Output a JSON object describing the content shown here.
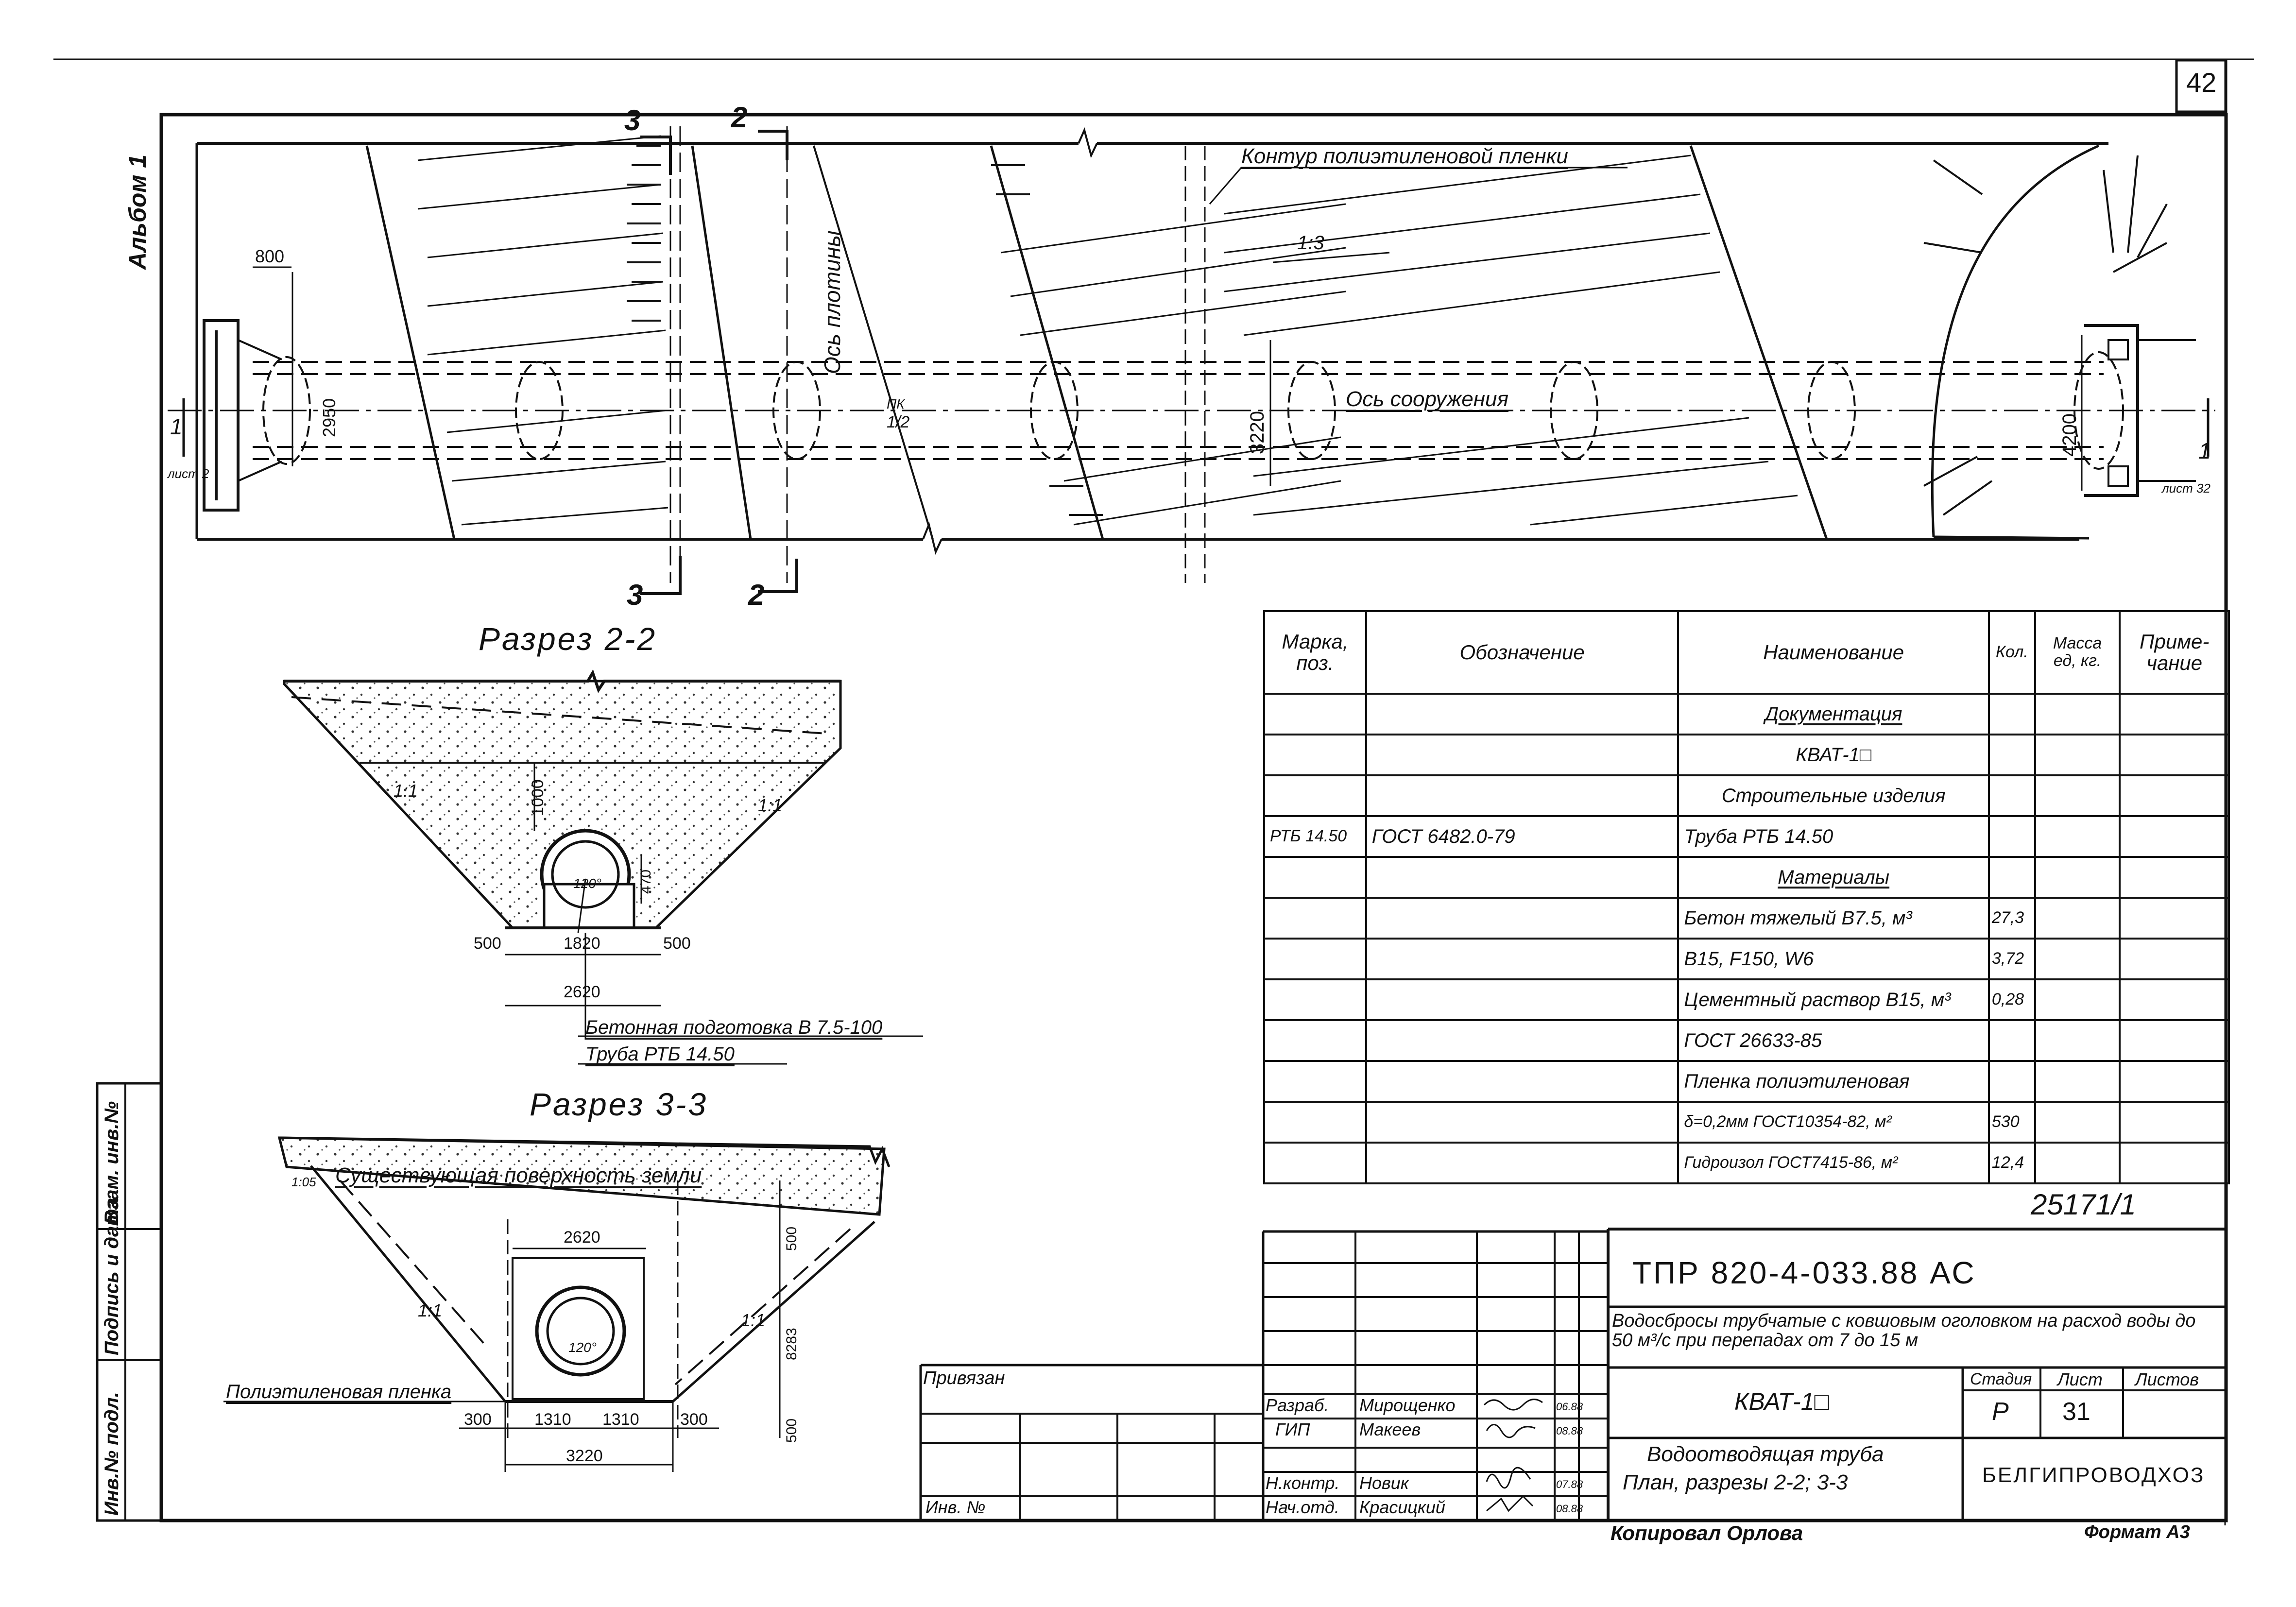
{
  "sheet": {
    "sheet_no": "42",
    "album": "Альбом 1"
  },
  "plan": {
    "section_marks": [
      "3",
      "2"
    ],
    "film_contour": "Контур полиэтиленовой пленки",
    "dam_axis": "Ось плотины",
    "structure_axis": "Ось сооружения",
    "slope": "1:3",
    "pk": "ПК",
    "pk_num": "1/2",
    "dim_800": "800",
    "dim_2950": "2950",
    "dim_3220": "3220",
    "dim_4200": "4200",
    "arrow_num": "1",
    "left_ref": "лист 2",
    "right_ref": "лист 32"
  },
  "section_2_2": {
    "title": "Разрез 2-2",
    "slope": "1:1",
    "dim_1000": "1000",
    "dim_470": "470",
    "angle": "120°",
    "dims_bottom": [
      "500",
      "1820",
      "500"
    ],
    "dim_total": "2620",
    "note1": "Бетонная подготовка В 7.5-100",
    "note2": "Труба РТБ 14.50"
  },
  "section_3_3": {
    "title": "Разрез 3-3",
    "ground": "Существующая поверхность земли",
    "film": "Полиэтиленовая пленка",
    "slope_top": "1:05",
    "slope": "1:1",
    "dim_top": "2620",
    "dim_500_top": "500",
    "dim_side": "8283",
    "angle": "120°",
    "dims_bottom": [
      "300",
      "1310",
      "1310",
      "300"
    ],
    "dim_500_bottom": "500",
    "dim_total": "3220"
  },
  "spec_table": {
    "headers": [
      "Марка, поз.",
      "Обозначение",
      "Наименование",
      "Кол.",
      "Масса ед, кг.",
      "Приме-чание"
    ],
    "rows": [
      {
        "mark": "",
        "designation": "",
        "name": "Документация",
        "qty": "",
        "mass": "",
        "note": ""
      },
      {
        "mark": "",
        "designation": "",
        "name": "КВАТ-1□",
        "qty": "",
        "mass": "",
        "note": ""
      },
      {
        "mark": "",
        "designation": "",
        "name": "Строительные изделия",
        "qty": "",
        "mass": "",
        "note": ""
      },
      {
        "mark": "РТБ 14.50",
        "designation": "ГОСТ 6482.0-79",
        "name": "Труба РТБ 14.50",
        "qty": "",
        "mass": "",
        "note": ""
      },
      {
        "mark": "",
        "designation": "",
        "name": "Материалы",
        "qty": "",
        "mass": "",
        "note": ""
      },
      {
        "mark": "",
        "designation": "",
        "name": "Бетон тяжелый В7.5, м³",
        "qty": "27,3",
        "mass": "",
        "note": ""
      },
      {
        "mark": "",
        "designation": "",
        "name": "В15, F150, W6",
        "qty": "3,72",
        "mass": "",
        "note": ""
      },
      {
        "mark": "",
        "designation": "",
        "name": "Цементный раствор В15, м³",
        "qty": "0,28",
        "mass": "",
        "note": ""
      },
      {
        "mark": "",
        "designation": "",
        "name": "ГОСТ 26633-85",
        "qty": "",
        "mass": "",
        "note": ""
      },
      {
        "mark": "",
        "designation": "",
        "name": "Пленка полиэтиленовая",
        "qty": "",
        "mass": "",
        "note": ""
      },
      {
        "mark": "",
        "designation": "",
        "name": "δ=0,2мм ГОСТ10354-82, м²",
        "qty": "530",
        "mass": "",
        "note": ""
      },
      {
        "mark": "",
        "designation": "",
        "name": "Гидроизол ГОСТ7415-86, м²",
        "qty": "12,4",
        "mass": "",
        "note": ""
      }
    ]
  },
  "title_block": {
    "doc_ref": "25171/1",
    "code": "ТПР 820-4-033.88 АС",
    "description": "Водосбросы трубчатые с ковшовым оголовком на расход воды до 50 м³/с при перепадах от 7 до 15 м",
    "privyazan": "Привязан",
    "inv": "Инв. №",
    "razrab": "Разраб.",
    "razrab_name": "Мирощенко",
    "gip": "ГИП",
    "gip_name": "Макеев",
    "nkontr": "Н.контр.",
    "nkontr_name": "Новик",
    "nachotd": "Нач.отд.",
    "nachotd_name": "Красицкий",
    "dates": [
      "06.88",
      "08.88",
      "07.88",
      "08.88"
    ],
    "kvat": "КВАТ-1□",
    "stage_label": "Стадия",
    "sheet_label": "Лист",
    "sheets_label": "Листов",
    "stage": "Р",
    "sheet": "31",
    "subtitle1": "Водоотводящая труба",
    "subtitle2": "План, разрезы 2-2; 3-3",
    "org": "БЕЛГИПРОВОДХОЗ"
  },
  "side_stamp": {
    "inv_podl": "Инв.№ подл.",
    "podpis": "Подпись и дата",
    "vzam": "Взам. инв.№"
  },
  "footer": {
    "copied": "Копировал Орлова",
    "format": "Формат А3"
  }
}
